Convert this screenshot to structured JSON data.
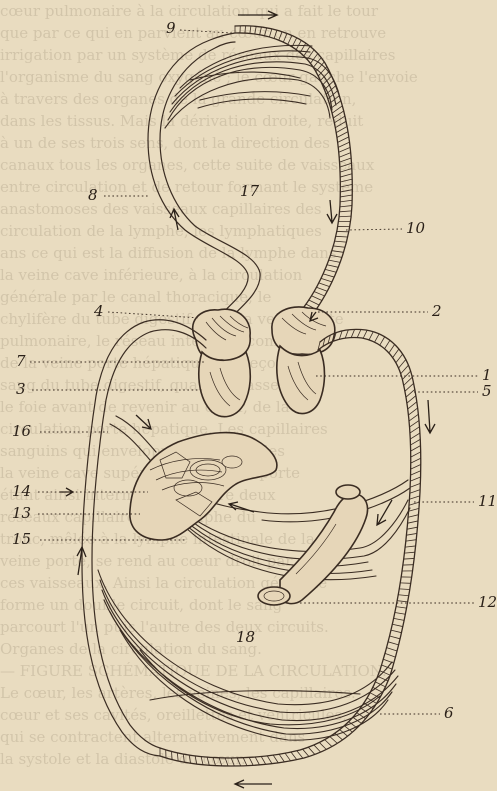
{
  "figure": {
    "labels": {
      "l1": "1",
      "l2": "2",
      "l3": "3",
      "l4": "4",
      "l5": "5",
      "l6": "6",
      "l7": "7",
      "l8": "8",
      "l9": "9",
      "l10": "10",
      "l11": "11",
      "l12": "12",
      "l13": "13",
      "l14": "14",
      "l15": "15",
      "l16": "16",
      "l17": "17",
      "l18": "18"
    },
    "background_text": [
      "cœur pulmonaire à la circulation qui a fait le tour",
      "que par ce qui en parvient au cœur on en retrouve",
      "irrigation par un système de réseaux des capillaires",
      "l'organisme du sang oxygéné ; le cœur gauche l'envoie",
      "à travers des organes de la grande circulation,",
      "dans les tissus. Mais la dérivation droite, réduit",
      "à un de ses trois sens, dont la direction des",
      "canaux tous les organes, cette suite de vaisseaux",
      "entre circulation et de retour formant le système",
      "anastomoses des vaisseaux capillaires des",
      "circulation de la lymphe, les lymphatiques",
      "ans ce qui est la diffusion de la lymphe dans",
      "la veine cave inférieure, à la circulation",
      "générale par le canal thoracique, le",
      "chylifère du tube digestif et de la veine porte",
      "pulmonaire, le réseau intestinal commun,",
      "de la veine porte hépatique qui reçoit le",
      "sang du tube digestif, quand il passe par",
      "le foie avant de revenir au cœur, de la",
      "circulation porte hépatique. Les capillaires",
      "sanguins qui enveloppent les glandes",
      "la veine cave supérieure, la veine porte",
      "étant ainsi intermédiaire entre deux",
      "réseaux capillaires ; la lymphe du",
      "tronc, mêlée à la lymphe intestinale de la",
      "veine porte, se rend au cœur droit par",
      "ces vaisseaux. Ainsi la circulation générale",
      "forme un double circuit, dont le sang",
      "parcourt l'un puis l'autre des deux circuits.",
      "Organes de la circulation du sang.",
      "— FIGURE SCHÉMATIQUE DE LA CIRCULATION.",
      "Le cœur, les artères, les veines, les capillaires.",
      "cœur et ses cavités, oreillettes et ventricules,",
      "qui se contractent alternativement dans",
      "la systole et la diastole du cœur."
    ]
  }
}
